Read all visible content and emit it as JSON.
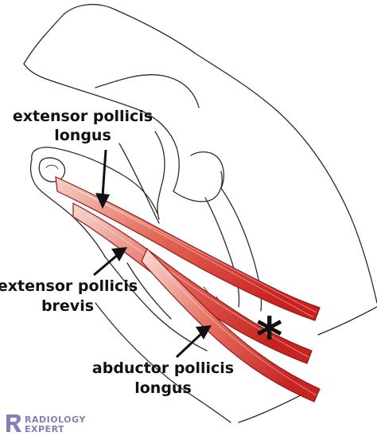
{
  "labels": {
    "epl_line1": "extensor pollicis",
    "epl_line2": "longus",
    "epb_line1": "extensor pollicis",
    "epb_line2": "brevis",
    "apl_line1": "abductor pollicis",
    "apl_line2": "longus",
    "asterisk": "*"
  },
  "logo": {
    "line1": "RADIOLOGY",
    "line2": "EXPERT"
  },
  "colors": {
    "tendon_dark": "#c62828",
    "tendon_light": "#f5c1b4",
    "outline": "#2b2b2b",
    "logo": "#8a7bb6"
  }
}
